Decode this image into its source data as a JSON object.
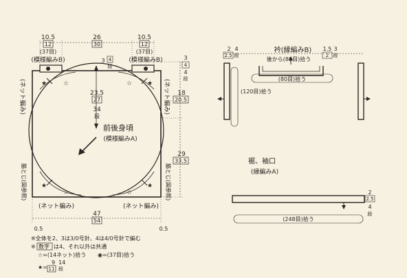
{
  "body_piece": {
    "title": "前後身頃",
    "subtitle": "(模様編みA)",
    "shoulder_left": {
      "cm": "10.5",
      "rows": "12",
      "stitches": "(37目)",
      "label": "(模様編みB)"
    },
    "shoulder_right": {
      "cm": "10.5",
      "rows": "12",
      "stitches": "(37目)",
      "label": "(模様編みB)"
    },
    "neck": {
      "cm": "26",
      "rows": "30"
    },
    "top_band": {
      "cm": "3",
      "rows": "4",
      "unit": "段"
    },
    "top_band_right": {
      "cm": "3",
      "rows": "4",
      "unit": "段"
    },
    "center_a": {
      "cm": "23.5",
      "rows": "27"
    },
    "center_b": {
      "cm": "34",
      "rows": "段"
    },
    "center_b_num": "4",
    "armhole": {
      "cm": "18",
      "rows": "20.5"
    },
    "side": {
      "cm": "29",
      "rows": "33.5"
    },
    "net_left": "(ネット編み)",
    "net_right": "(ネット編み)",
    "side_left": "脇とじ(図参照)",
    "side_right": "脇とじ(図参照)",
    "net_bottom_left": "(ネット編み)",
    "net_bottom_right": "(ネット編み)",
    "width": {
      "cm": "47",
      "rows": "54"
    },
    "edge_left": "0.5",
    "edge_right": "0.5"
  },
  "notes": {
    "line1": "※全体を2、3は3/0号針、4は4/0号針で編む",
    "line2_prefix": "※",
    "line2_boxed": "数字",
    "line2_suffix": "は4、それ以外は共通",
    "star_white_legend": "☆=(14ネット)拾う",
    "circle_legend": "◉=(37目)拾う",
    "star_black_prefix": "★=",
    "star_black_num": "9",
    "star_black_box": "11",
    "star_black_unit": "段",
    "star_black_top": "14"
  },
  "collar": {
    "title": "衿(縁編みB)",
    "left_dim": {
      "cm": "2",
      "rows": "2.5"
    },
    "left_dim_small": "4",
    "left_unit": "段",
    "right_dim": {
      "cm": "1.5",
      "rows": "2"
    },
    "right_dim_small": "3",
    "right_unit": "段",
    "back_pickup": "後から(80目)拾う",
    "front_pickup": "(80目)拾う",
    "side_pickup": "(120目)拾う"
  },
  "hem": {
    "title": "裾、袖口",
    "subtitle": "(縁編みA)",
    "right_dim": {
      "cm": "2",
      "rows": "2.5"
    },
    "right_small": "4",
    "right_unit": "段",
    "pickup": "(248目)拾う"
  }
}
